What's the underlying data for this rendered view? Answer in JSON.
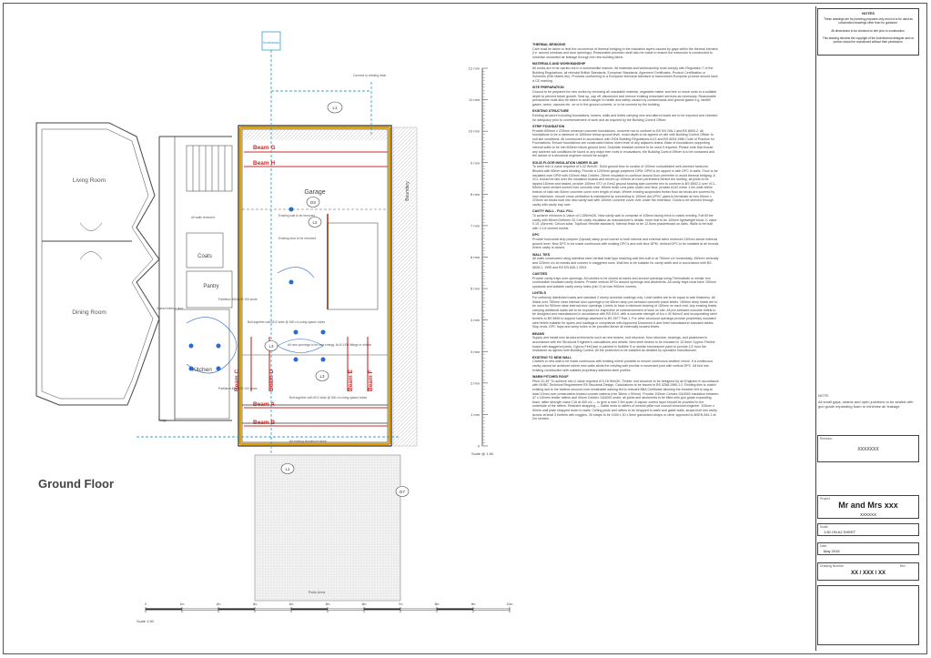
{
  "plan": {
    "title": "Ground Floor",
    "rooms": {
      "living": "Living Room",
      "dining": "Dining Room",
      "garage": "Garage",
      "coats": "Coats",
      "pantry": "Pantry",
      "kitchen": "Kitchen",
      "patio": "Patio Area",
      "boundary": "Boundary"
    },
    "beams": {
      "g": "Beam G",
      "h": "Beam H",
      "c": "Beam C",
      "d": "Beam D",
      "e": "Beam E",
      "f": "Beam F",
      "a": "Beam A",
      "b": "Beam B"
    },
    "tags": {
      "l1": "L1",
      "l1b": "L1",
      "l2": "L2",
      "l3": "L3",
      "l3b": "L3",
      "d3": "D3",
      "d7": "D7"
    },
    "annotations": {
      "new_opening": "Bult together with M12 bolts @ 500 c/c using spacer tubes",
      "new_opening2": "Bult together with M12 bolts @ 500 c/c using spacer tubes",
      "springs": "All new openings to be new energy, 6x10 LED fittings or similar",
      "existing_wall": "Existing wall to be removed",
      "existing_door": "Existing door to be removed",
      "clad_door": "Glazed kitchen door",
      "fridge": "Fridge",
      "partitions": "Partitions 450x100 100 studs",
      "partitions2": "Partitions 450x100 100 studs",
      "existing_brick": "All existing aluminium beam",
      "walls_note": "All walls removed",
      "ext_rainwater": "Connect to existing drain",
      "soakaway": "Soakaway"
    },
    "scale": {
      "label": "Scale 1:50",
      "ticks": [
        "0",
        "1m",
        "2m",
        "3m",
        "4m",
        "5m",
        "6m",
        "7m",
        "8m",
        "9m",
        "10m"
      ]
    },
    "section_scale": {
      "label": "Scale @ 1:50",
      "ticks": [
        "12 mm",
        "11 mm",
        "10 mm",
        "9 mm",
        "8 mm",
        "7 mm",
        "6 mm",
        "5 mm",
        "4 mm",
        "3 mm",
        "2 mm",
        "1 mm",
        "0"
      ]
    }
  },
  "notes": [
    {
      "heading": "THERMAL BRIDGING",
      "body": "Care shall be taken to limit the occurrence of thermal bridging in the insulation layers caused by gaps within the thermal element, (i.e. around windows and door openings). Reasonable provision shall also be made to ensure the extension is constructed to minimise unwanted air leakage through the new building fabric."
    },
    {
      "heading": "MATERIALS AND WORKMANSHIP",
      "body": "All works are to be carried out in a workmanlike manner. All materials and workmanship must comply with Regulation 7 of the Building Regulations, all relevant British Standards, European Standards, Agrement Certificates, Product Certification or Schemes (Kite Marks etc). Products conforming to a European technical standard or harmonised European product should have a CE marking."
    },
    {
      "heading": "SITE PREPARATION",
      "body": "Ground to be prepared for new works by removing all unsuitable material, vegetable matter and tree or shrub roots to a suitable depth to prevent future growth. Seal up, cap off, disconnect and remove existing redundant services as necessary. Reasonable precautions must also be taken to avoid danger to health and safety caused by contaminants and ground gases e.g. landfill gases, radon, vapours etc. on or in the ground covered, or to be covered by the building."
    },
    {
      "heading": "EXISTING STRUCTURE",
      "body": "Existing structure including foundations, beams, walls and lintels carrying new and altered loads are to be exposed and checked for adequacy prior to commencement of work and as required by the Building Control Officer."
    },
    {
      "heading": "STRIP FOUNDATION",
      "body": "Provide 600mm x 225mm minimum concrete foundations, concrete mix to conform to BS EN 206-1 and BS 8500-2. All foundations to be a minimum of 1000mm below ground level, exact depth to be agreed on site with Building Control Officer to suit site conditions. All constructed in accordance with 2004 Building Regulations A1/2 and BS 8004:1986 Code of Practice for Foundations. Ensure foundations are constructed below invert level of any adjacent drains. Base of foundations supporting internal walls to be min 600mm below ground level. Sulphate resistant cement to be used if required. Please note that should any adverse soil conditions be found or any major tree roots in excavations, the Building Control Officer is to be contacted and the advice of a structural engineer should be sought."
    },
    {
      "heading": "SOLID FLOOR INSULATION UNDER SLAB",
      "body": "To meet min U value required of 0.22 W/m2K. Solid ground floor to consist of 100mm consolidated well-rammed hardcore. Blinded with 50mm sand blinding. Provide a 1200mm gauge polythene DPM, DPM to be lapped in with DPC in walls. Floor to be insulated over DPM with 100mm thick Celotex. 25mm insulation to continue around floor perimeter to avoid thermal bridging. A VCL should be laid over the insulation boards and turned up 100mm at room perimeters behind the skirting, all joints to be lapped 150mm and sealed, provide 100mm ST2 or Gen2 ground bearing slab concrete mix to conform to BS 8500-2 over VCL. 65mm sand cement screed over concrete slab. Where drain runs pass under new floor, provide A142 mesh 1.0m wide within bottom of slab min 50mm concrete cover over length of drain. Where existing suspended timber floor air bricks are covered by new extension, ensure cross ventilation is maintained by connecting to 100mm dia UPVC pipes to terminate at new 65mm x 225mm air bricks built into new cavity wall with 100mm concrete cover over under the extension. Ducts to be sleeved through cavity with cavity tray over."
    },
    {
      "heading": "CAVITY WALL - FULL FILL",
      "body": "To achieve minimum U-Value of 0.28W/m2K. New cavity wall to comprise of 105mm facing brick to match existing. Full fill the cavity with 85mm Dritherm 32 Crie cavity insulation as manufacturer's details. Inner leaf to be 100mm lightweight block, K value 0.15. (Aircrete, Celcon solar, Topblock Hemlite standard). Internal finish to be 12.5mm plasterboard on dabs. Walls to be built with 1:1:6 cement mortar."
    },
    {
      "heading": "DPC",
      "body": "Provide horizontal strip polymer (hyload) damp proof course to both internal and external skins minimum 150mm above external ground level. New DPC to be made continuous with existing DPC's and with floor DPM. Vertical DPC to be installed at all reveals where cavity is closed."
    },
    {
      "heading": "WALL TIES",
      "body": "All walls constructed using stainless steel vertical twist type retaining wall ties built in at 750mm c/c horizontally, 450mm vertically and 225mm c/c at reveals and corners in staggered rows. Wall ties to be suitable for cavity width and in accordance with BS 5628-1, 1995 and BS EN 845-1 2003."
    },
    {
      "heading": "CAVITIES",
      "body": "Provide cavity trays over openings. All cavities to be closed at eaves and around openings using Thermabate or similar non combustible insulated cavity closers. Provide vertical DPCs around openings and abutments. All cavity trays must have 150mm upstands and suitable cavity weep holes (min 2) at max 900mm centres."
    },
    {
      "heading": "LINTELS",
      "body": "For uniformly distributed loads and standard 2 storey domestic loadings only. Lintel widths are to be equal to wall thickness. All lintels over 750mm clear internal door openings to be 65mm deep pre-stressed concrete plank lintels. 150mm deep lintels are to be used for 900mm clear internal door openings. Lintels to have a minimum bearing of 150mm on each end. Any existing lintels carrying additional loads are to be exposed for inspection at commencement of work on site. All pre-stressed concrete lintels to be designed and manufactured in accordance with BS 8110, with a concrete strength of fcu ≥ 40 N/mm2 and incorporating steel tendels to BS 5896 to support loadings assessed to BS 5977 Part 1. For other structural openings provide proprietary insulated steel lintels suitable for spans and loadings in compliance with Approved Document A and lintel manufacturer standard tables. Stop ends, DPC trays and weep holes to be provided above all externally located lintels."
    },
    {
      "heading": "BEAMS",
      "body": "Supply and install new structural elements such as new beams, roof structure, floor structure, bearings, and padstones in accordance with the Structural Engineer's calculations and details. New steel beams to be encased in 12.5mm Gyproc Fireline board with staggered joints, Gyproc FireCase or painted in Nullifire S or similar intumescent paint to provide 1/2 hour fire resistance as agreed with Building Control. All the protection to be installed as detailed by specialist manufacturer."
    },
    {
      "heading": "EXISTING TO NEW WALL",
      "body": "Cavities in new wall to be made continuous with existing where possible to ensure continuous weather check. If a continuous cavity cannot be achieved where new walls abuts the existing wall provide a movement joint with vertical DPC. All tied into existing construction with suitable proprietary stainless steel profiles."
    },
    {
      "heading": "WARM PITCHED ROOF",
      "body": "Pitch 22-45° To achieve min U value required of 0.18 W/m2K. Timber roof structure to be designed by an Engineer in accordance with NHBC Technical Requirement R5 Structural Design. Calculations to be issued to BS 5268:1985-1:2. Roofing tiles to match existing laid to the battens secured over breathable sarking felt to relevant BBA Certificate allowing the breather felt to sag at least 10mm over preservative-treated counter battens (min 38mm x 50mm). Provide 100mm Celotex GA4000 insulation between 47 x 150mm timber rafters and 40mm Celotex GA4000 under, all joints and abutments to be filled with gun grade expanding foam, rafter strength class C16 at 400 c/c — to give a max 2.5m span. A vapour control layer should be provided to the underside of the rafters. Restraint strapping — Gable ends to rafters of newest pillar roof consult structural engineer. 100mm x 50mm wall plate strapped down to walls. Ceiling joists and rafters to be strapped to walls and gable walls, straps built into cavity, across at least 3 timbers with noggins. 30 straps to be 1000 x 30 x 5mm galvanised straps or other approved to BSEN 845-1 at 2m centres."
    }
  ],
  "title_block": {
    "notes_heading": "NOTES",
    "notes_lines": [
      "These drawings are for planning purposes only and not to be used as construction drawings other than for guidance.",
      "All dimensions to be checked on site prior to construction.",
      "This drawing remains the copyright of the Architectural designer and no portion should be reproduced without their permission."
    ],
    "note_label": "NOTE:",
    "note_text": "All small gaps, seams and open junctions to be sealed with gun grade expanding foam to minimise air leakage",
    "revision_label": "Revision",
    "revision_value": "XXXXXXX",
    "project_label": "Project",
    "project_name": "Mr and Mrs xxx",
    "project_address": "XXXXXX",
    "scale_label": "Scale",
    "scale_value": "1:50 ON A2 SHEET",
    "date_label": "Date",
    "date_value": "May 2015",
    "drawing_number_label": "Drawing Number",
    "drawing_number": "XX / XXX / XX",
    "rev_label": "Rev"
  }
}
